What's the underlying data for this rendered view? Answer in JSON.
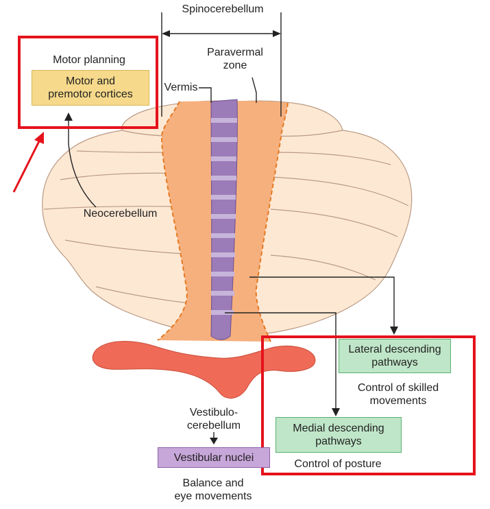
{
  "labels": {
    "spinocerebellum": "Spinocerebellum",
    "paravermal_zone": "Paravermal\nzone",
    "vermis": "Vermis",
    "motor_planning": "Motor planning",
    "neocerebellum": "Neocerebellum",
    "vestibulocerebellum": "Vestibulo-\ncerebellum",
    "balance_eye": "Balance and\neye movements",
    "control_skilled": "Control of skilled\nmovements",
    "control_posture": "Control of posture"
  },
  "boxes": {
    "motor_cortices": "Motor and\npremotor cortices",
    "lateral_pathways": "Lateral descending\npathways",
    "medial_pathways": "Medial descending\npathways",
    "vestibular_nuclei": "Vestibular nuclei"
  },
  "colors": {
    "cerebellum": "#fde8d3",
    "paravermal": "#f6b07e",
    "vermis": "#9b7bb8",
    "flocculonodular": "#ef6b57",
    "highlight": "#e5121b"
  }
}
